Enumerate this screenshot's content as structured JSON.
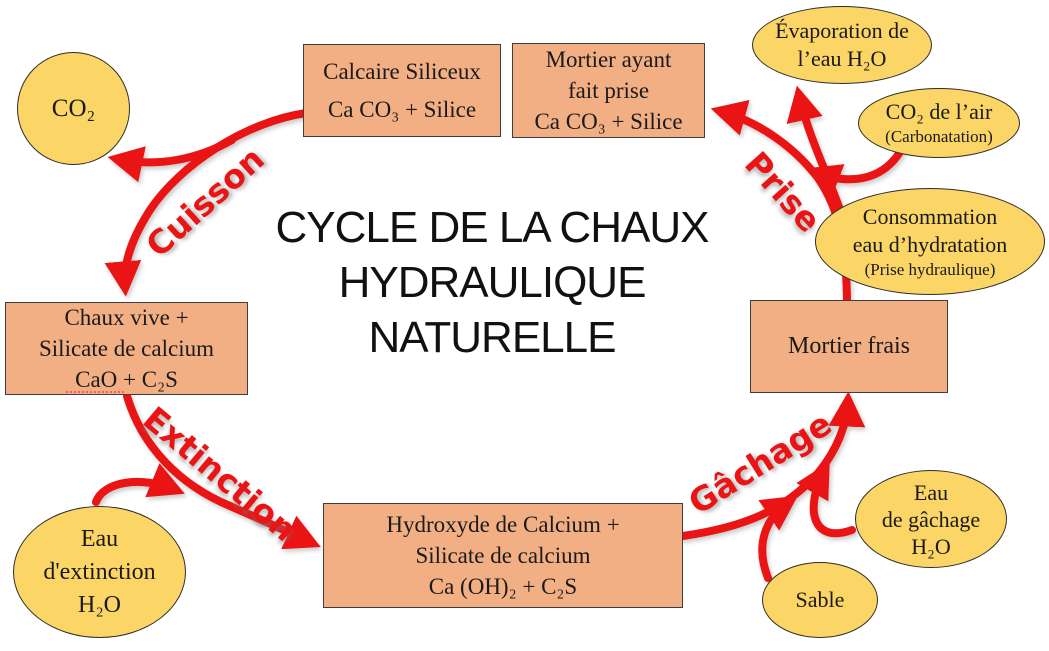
{
  "title": {
    "line1": "CYCLE DE LA CHAUX",
    "line2": "HYDRAULIQUE NATURELLE"
  },
  "process_labels": {
    "cuisson": "Cuisson",
    "extinction": "Extinction",
    "gachage": "Gâchage",
    "prise": "Prise"
  },
  "nodes": {
    "co2": {
      "lines": [
        "CO₂"
      ]
    },
    "calcaire": {
      "lines": [
        "Calcaire Siliceux",
        "Ca CO₃ + Silice"
      ]
    },
    "mortier_pris": {
      "lines": [
        "Mortier ayant",
        "fait prise",
        "Ca CO₃ + Silice"
      ]
    },
    "evaporation": {
      "lines": [
        "Évaporation de",
        "l’eau H₂O"
      ]
    },
    "co2_air": {
      "lines": [
        "CO₂ de l’air"
      ],
      "note": "(Carbonatation)"
    },
    "consommation": {
      "lines": [
        "Consommation",
        "eau d’hydratation"
      ],
      "note": "(Prise hydraulique)"
    },
    "mortier_frais": {
      "lines": [
        "Mortier frais"
      ]
    },
    "chaux_vive": {
      "lines": [
        "Chaux vive +",
        "Silicate de calcium",
        "CaO + C₂S"
      ]
    },
    "eau_extinction": {
      "lines": [
        "Eau",
        "d'extinction",
        "H₂O"
      ]
    },
    "hydroxyde": {
      "lines": [
        "Hydroxyde de Calcium +",
        "Silicate de calcium",
        "Ca (OH)₂ + C₂S"
      ]
    },
    "eau_gachage": {
      "lines": [
        "Eau",
        "de gâchage",
        "H₂O"
      ]
    },
    "sable": {
      "lines": [
        "Sable"
      ]
    }
  },
  "edges": [
    {
      "from": "Calcaire Siliceux",
      "to": "CO₂",
      "label": "Cuisson"
    },
    {
      "from": "Calcaire Siliceux",
      "to": "Chaux vive + Silicate de calcium",
      "label": "Cuisson"
    },
    {
      "from": "Chaux vive + Silicate de calcium",
      "to": "Hydroxyde de Calcium + Silicate de calcium",
      "label": "Extinction"
    },
    {
      "from": "Eau d'extinction H₂O",
      "to": "Extinction",
      "label": ""
    },
    {
      "from": "Hydroxyde de Calcium + Silicate de calcium",
      "to": "Mortier frais",
      "label": "Gâchage"
    },
    {
      "from": "Sable",
      "to": "Gâchage",
      "label": ""
    },
    {
      "from": "Eau de gâchage H₂O",
      "to": "Gâchage",
      "label": ""
    },
    {
      "from": "Mortier frais",
      "to": "Mortier ayant fait prise",
      "label": "Prise"
    },
    {
      "from": "Prise",
      "to": "Évaporation de l’eau H₂O",
      "label": ""
    },
    {
      "from": "CO₂ de l’air (Carbonatation)",
      "to": "Prise",
      "label": ""
    }
  ],
  "colors": {
    "box_fill": "#F2AF84",
    "box_border": "#3F3F3F",
    "ellipse_fill": "#FBD565",
    "ellipse_border": "#2E2E2E",
    "arrow_red": "#EB1414",
    "text_dark": "#1A1A1A",
    "title_color": "#111111"
  }
}
